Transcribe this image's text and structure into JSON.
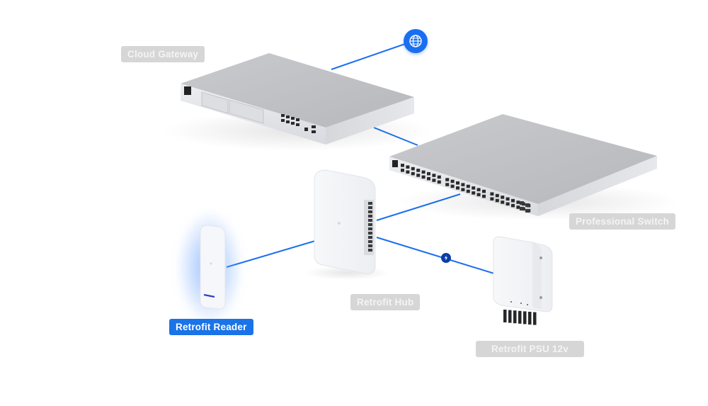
{
  "diagram": {
    "nodes": [
      {
        "id": "cloud-gateway",
        "label": "Cloud Gateway",
        "active": false
      },
      {
        "id": "professional-switch",
        "label": "Professional Switch",
        "active": false
      },
      {
        "id": "retrofit-hub",
        "label": "Retrofit Hub",
        "active": false
      },
      {
        "id": "retrofit-reader",
        "label": "Retrofit Reader",
        "active": true
      },
      {
        "id": "retrofit-psu",
        "label": "Retrofit PSU 12v",
        "active": false
      }
    ],
    "internet": {
      "icon": "globe-icon"
    },
    "power_marker": {
      "icon": "power-bolt-icon"
    },
    "links": [
      {
        "from": "internet",
        "to": "cloud-gateway"
      },
      {
        "from": "cloud-gateway",
        "to": "professional-switch"
      },
      {
        "from": "professional-switch",
        "to": "retrofit-hub"
      },
      {
        "from": "retrofit-hub",
        "to": "retrofit-reader"
      },
      {
        "from": "retrofit-hub",
        "to": "retrofit-psu",
        "type": "power"
      }
    ]
  },
  "colors": {
    "link": "#1a6ff0",
    "active_label": "#1a73e8",
    "inactive_label": "#d6d6d6",
    "power_marker": "#0b3fa6"
  }
}
